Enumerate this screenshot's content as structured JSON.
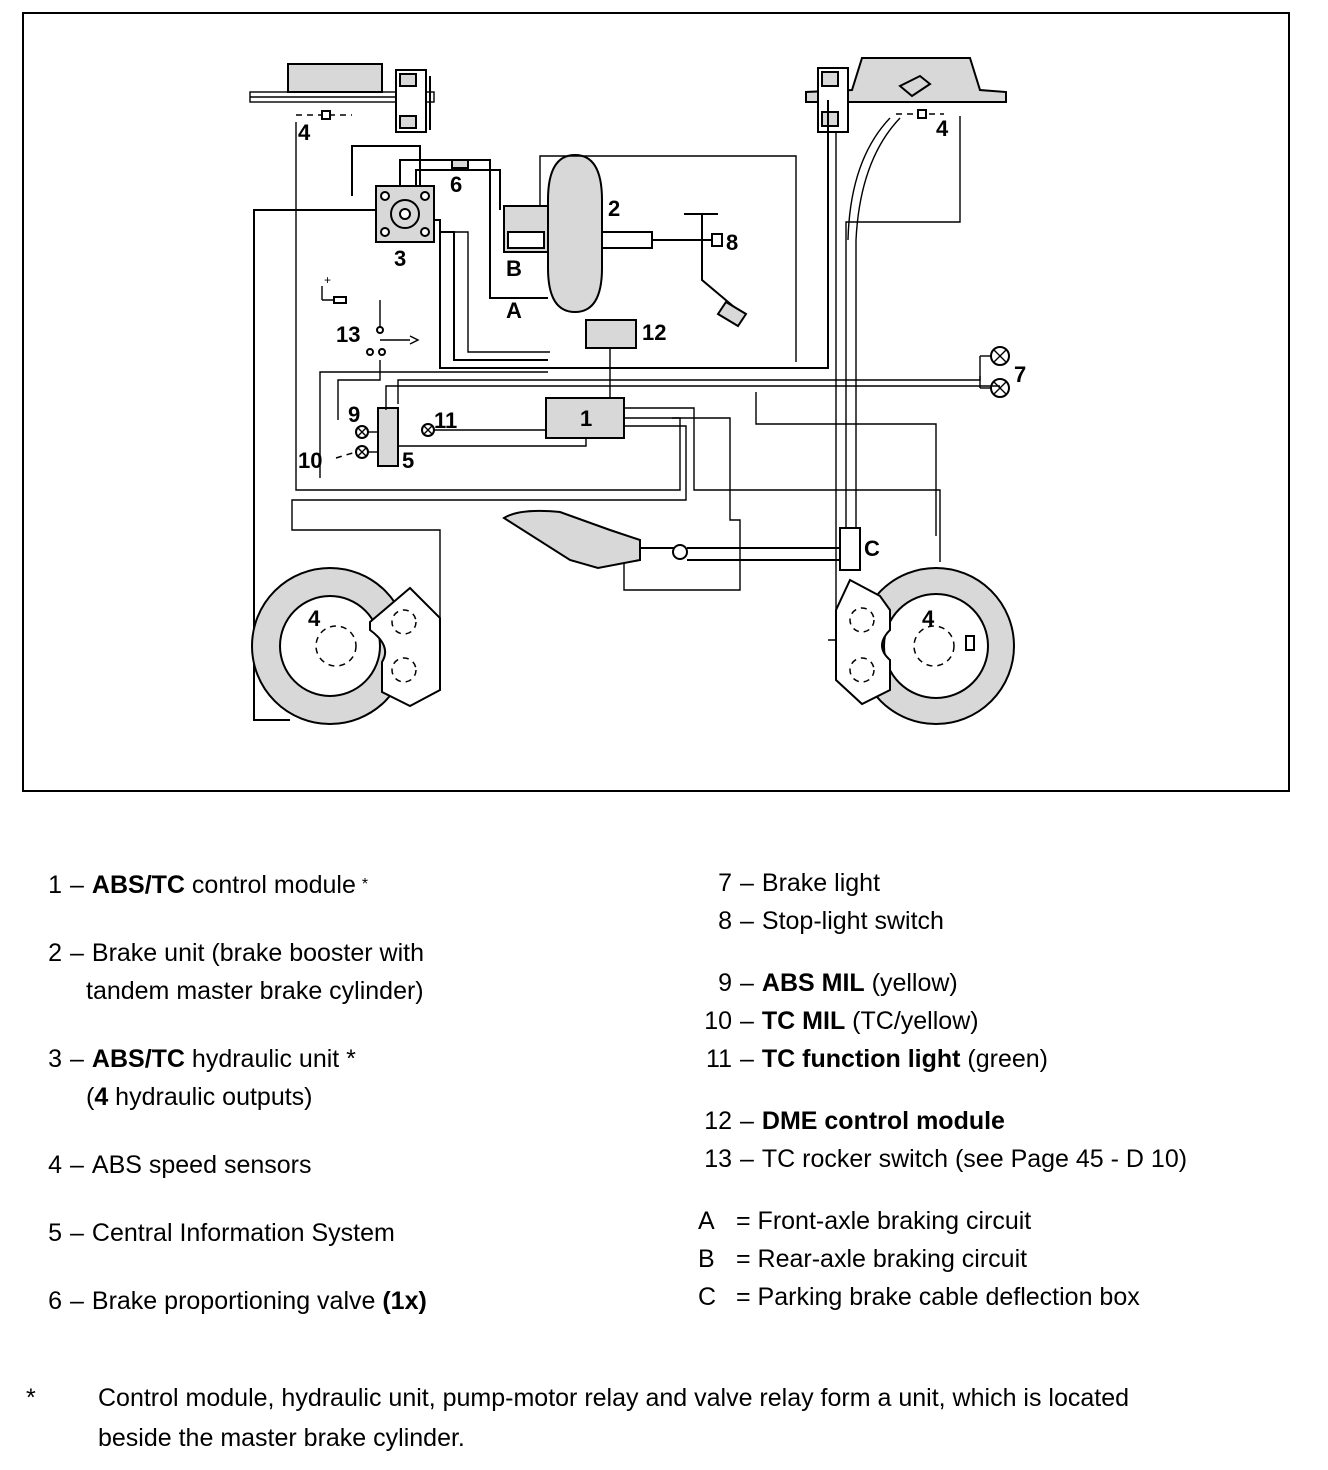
{
  "diagram": {
    "callouts": {
      "c4_top_left": "4",
      "c4_top_right": "4",
      "c6": "6",
      "c2": "2",
      "c8": "8",
      "c3": "3",
      "cB": "B",
      "cA": "A",
      "c12": "12",
      "c13": "13",
      "c7": "7",
      "c9": "9",
      "c11": "11",
      "c1": "1",
      "c10": "10",
      "c5": "5",
      "cC": "C",
      "c4_wheel_left": "4",
      "c4_wheel_right": "4",
      "plus": "+"
    }
  },
  "legend": {
    "item1": {
      "num": "1",
      "bold": "ABS/TC",
      "text": " control module",
      "mark": "*"
    },
    "item2": {
      "num": "2",
      "text": "Brake unit (brake booster with",
      "text2": "tandem master brake cylinder)"
    },
    "item3": {
      "num": "3",
      "bold": "ABS/TC",
      "text": " hydraulic unit *",
      "open": "(",
      "bold2": "4",
      "text2": " hydraulic outputs)"
    },
    "item4": {
      "num": "4",
      "text": "ABS speed sensors"
    },
    "item5": {
      "num": "5",
      "text": "Central Information System"
    },
    "item6": {
      "num": "6",
      "text": "Brake proportioning valve ",
      "bold": "(1x)"
    },
    "item7": {
      "num": "7",
      "text": "Brake light"
    },
    "item8": {
      "num": "8",
      "text": "Stop-light switch"
    },
    "item9": {
      "num": "9",
      "bold": "ABS MIL",
      "text": " (yellow)"
    },
    "item10": {
      "num": "10",
      "bold": "TC MIL",
      "text": " (TC/yellow)"
    },
    "item11": {
      "num": "11",
      "bold": "TC function light",
      "text": " (green)"
    },
    "item12": {
      "num": "12",
      "bold": "DME control module"
    },
    "item13": {
      "num": "13",
      "text": "TC rocker switch (see Page 45 - D 10)"
    },
    "itemA": {
      "num": "A",
      "text": "= Front-axle braking circuit"
    },
    "itemB": {
      "num": "B",
      "text": "= Rear-axle braking circuit"
    },
    "itemC": {
      "num": "C",
      "text": "= Parking brake cable deflection box"
    },
    "dash": "–"
  },
  "footnote": {
    "star": "*",
    "line1": "Control module, hydraulic unit, pump-motor relay and valve relay form a unit, which is located",
    "line2": "beside the master brake cylinder."
  }
}
